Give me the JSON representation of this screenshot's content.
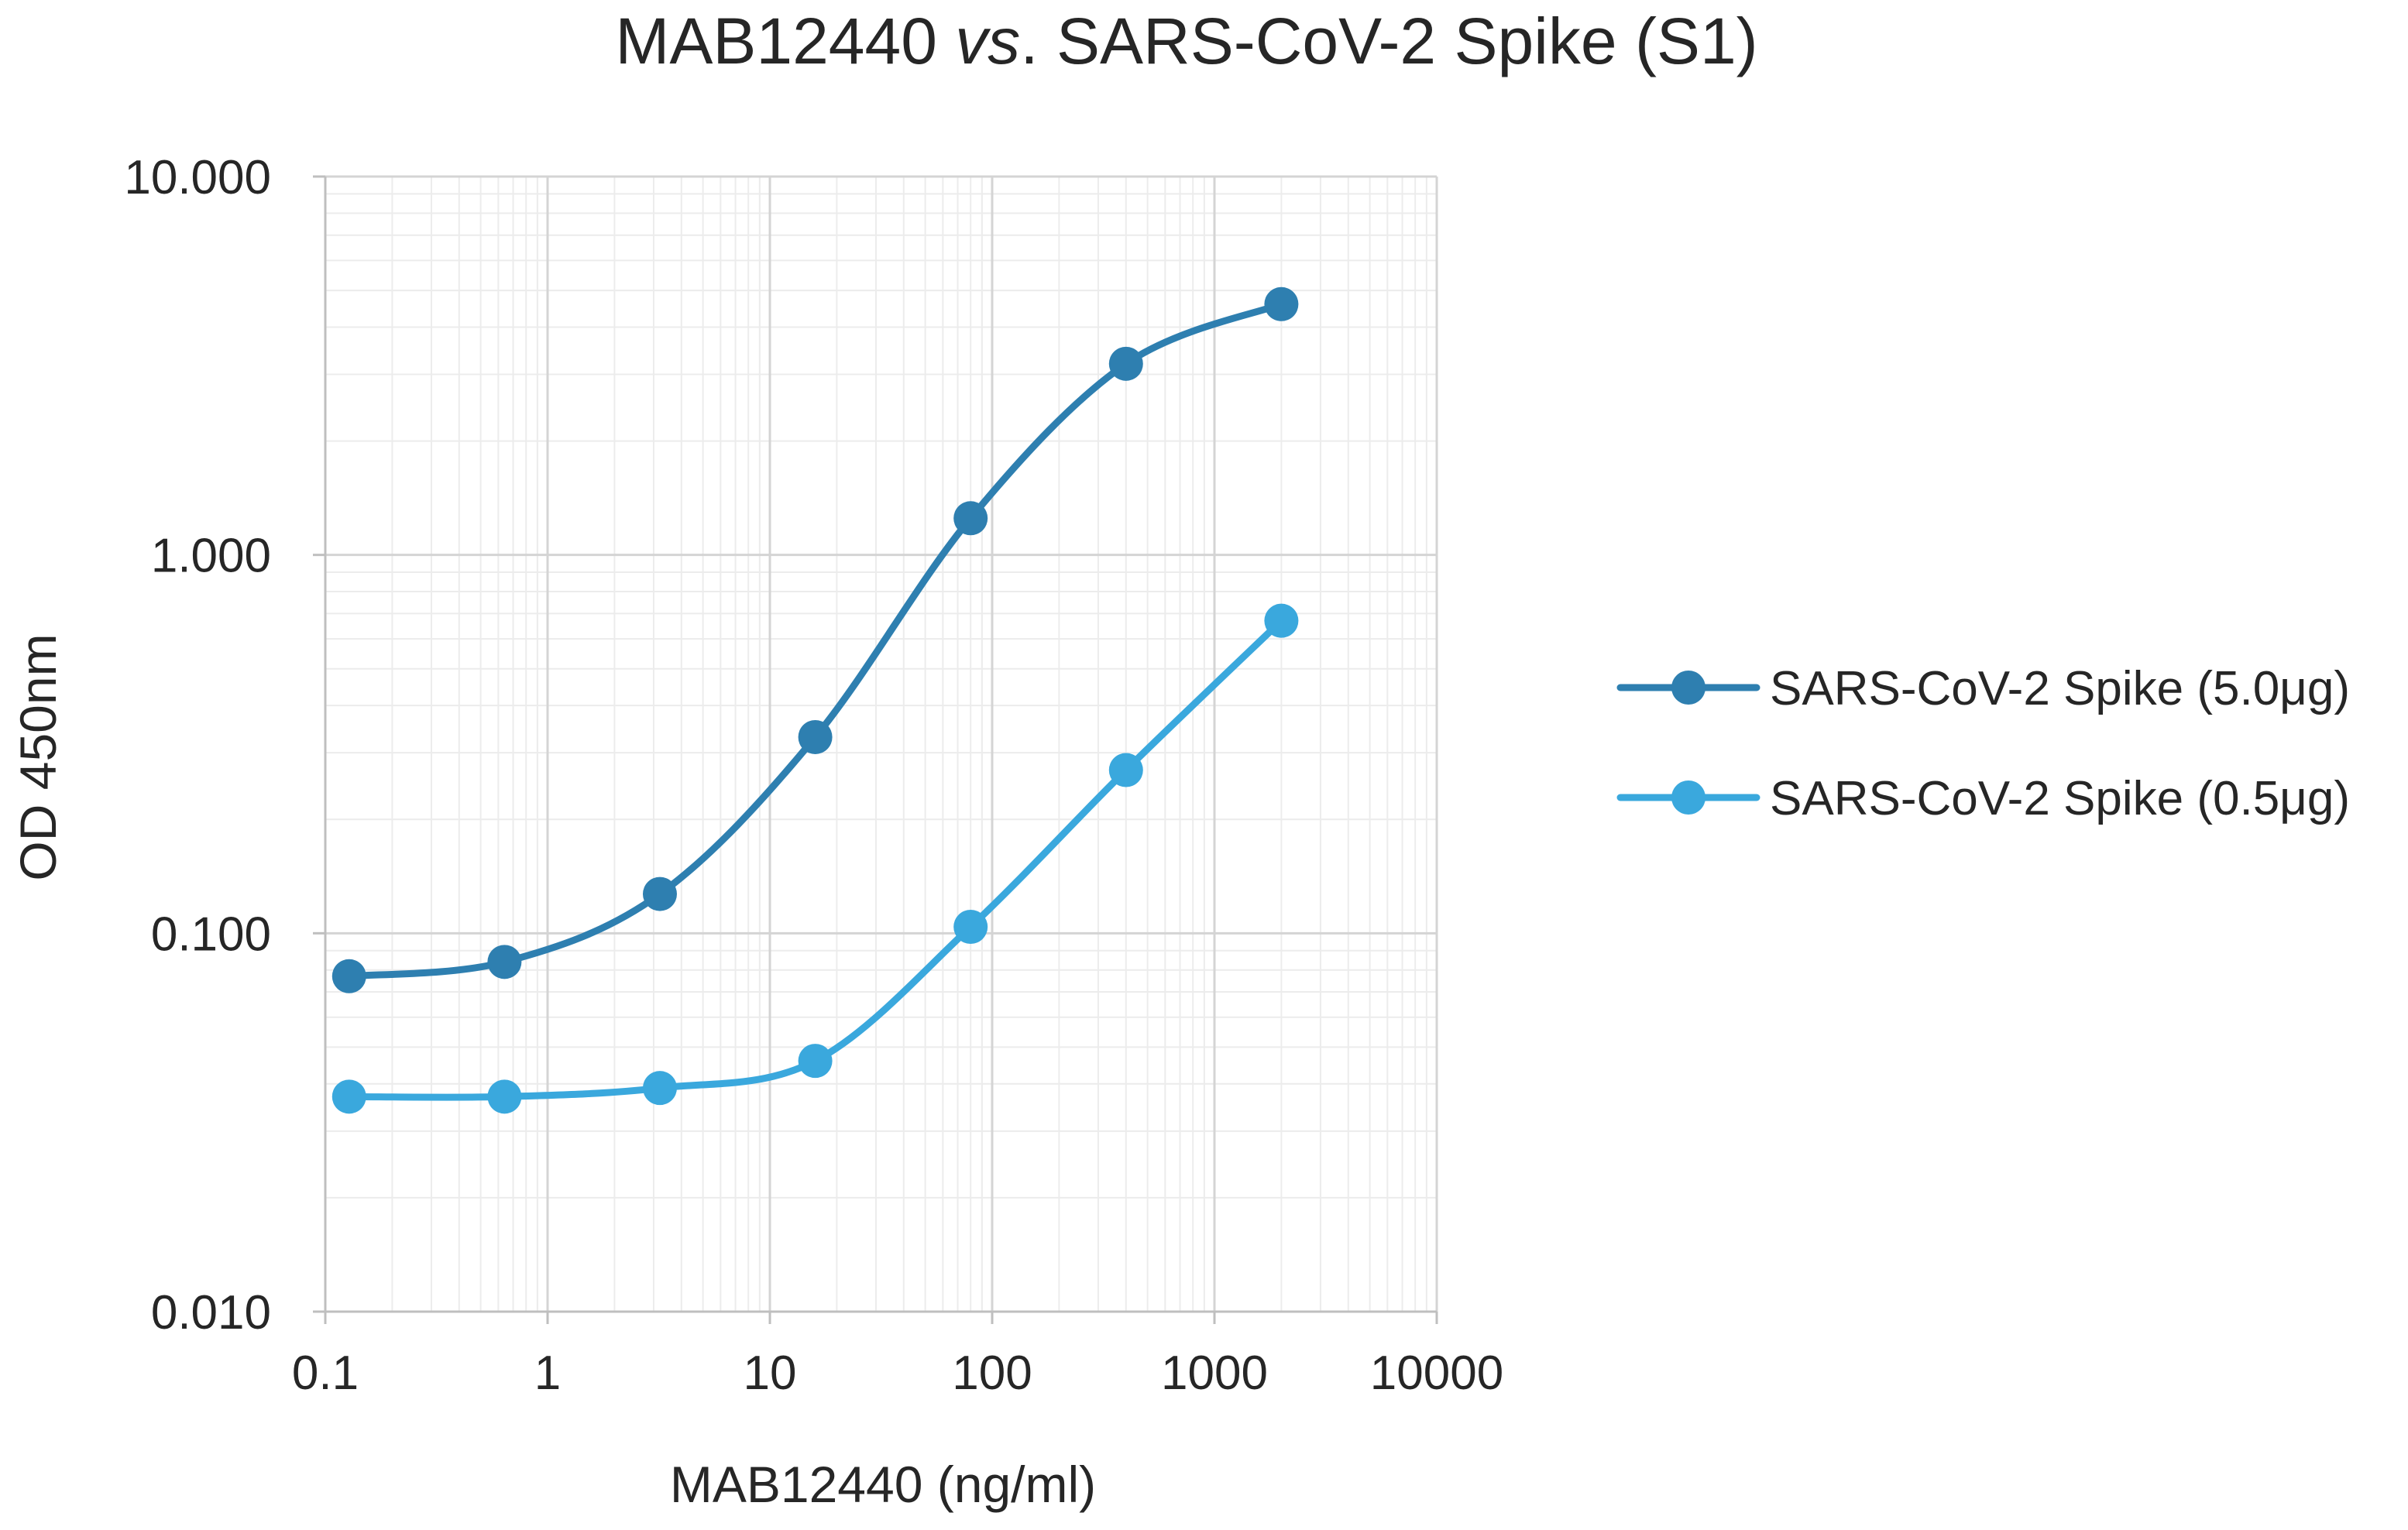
{
  "chart_data": {
    "type": "line",
    "title": "MAB12440 vs. SARS-CoV-2 Spike (S1)",
    "title_parts": {
      "prefix": "MAB12440 ",
      "italic": "vs",
      "suffix": ". SARS-CoV-2 Spike (S1)"
    },
    "xlabel": "MAB12440 (ng/ml)",
    "ylabel": "OD 450nm",
    "xscale": "log",
    "yscale": "log",
    "xlim": [
      0.1,
      10000
    ],
    "ylim": [
      0.01,
      10
    ],
    "xticks": [
      0.1,
      1,
      10,
      100,
      1000,
      10000
    ],
    "xtick_labels": [
      "0.1",
      "1",
      "10",
      "100",
      "1000",
      "10000"
    ],
    "yticks": [
      0.01,
      0.1,
      1,
      10
    ],
    "ytick_labels": [
      "0.010",
      "0.100",
      "1.000",
      "10.000"
    ],
    "grid": true,
    "minor_grid": true,
    "legend_position": "right",
    "x": [
      0.128,
      0.64,
      3.2,
      16,
      80,
      400,
      2000
    ],
    "series": [
      {
        "name": "SARS-CoV-2 Spike (5.0μg)",
        "color": "#2e7fb0",
        "values": [
          0.077,
          0.084,
          0.127,
          0.33,
          1.25,
          3.2,
          4.6
        ]
      },
      {
        "name": "SARS-CoV-2 Spike (0.5μg)",
        "color": "#3aa8dd",
        "values": [
          0.037,
          0.037,
          0.039,
          0.046,
          0.104,
          0.27,
          0.67
        ]
      }
    ]
  }
}
